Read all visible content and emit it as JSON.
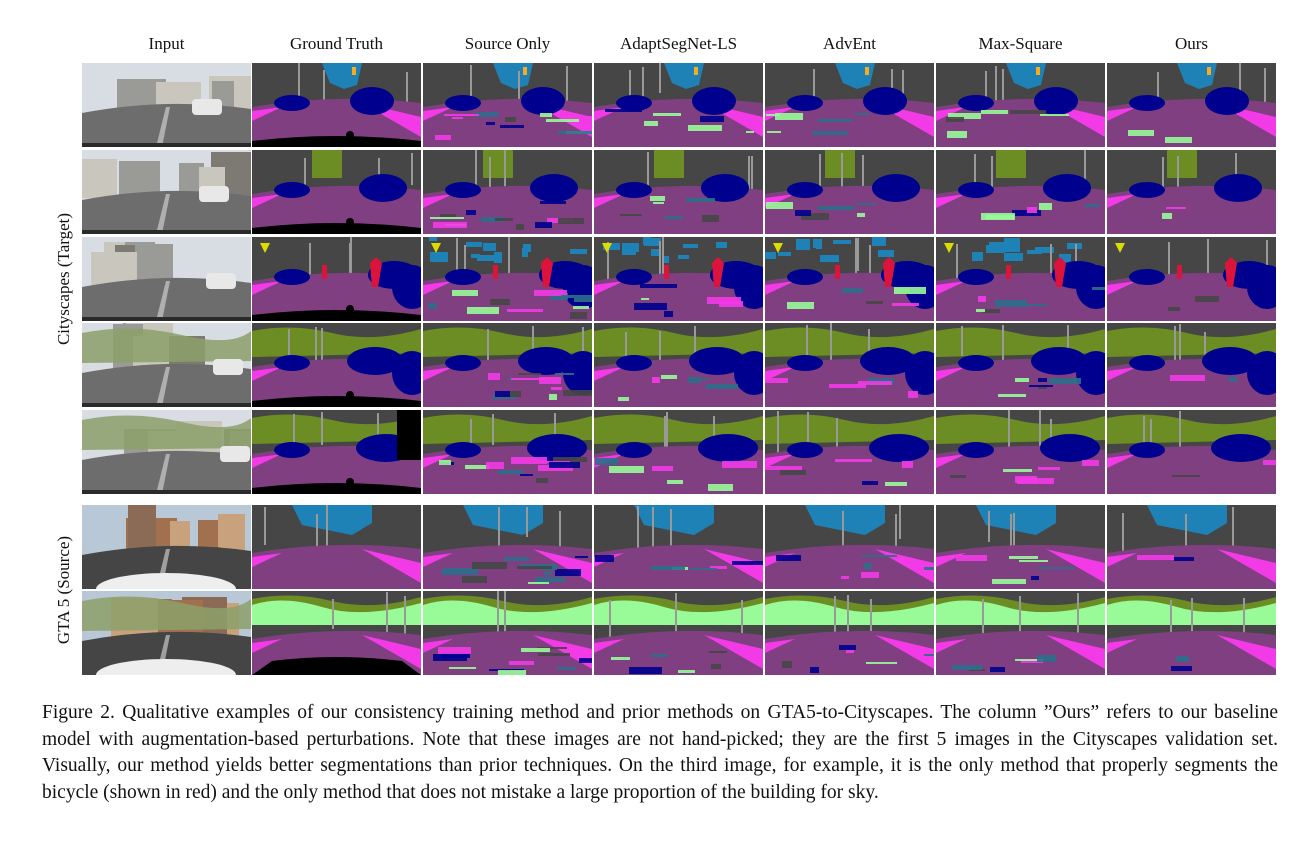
{
  "figure": {
    "columns": [
      "Input",
      "Ground Truth",
      "Source Only",
      "AdaptSegNet-LS",
      "AdvEnt",
      "Max-Square",
      "Ours"
    ],
    "row_groups": [
      {
        "label": "Cityscapes (Target)",
        "rows": 5
      },
      {
        "label": "GTA 5 (Source)",
        "rows": 2
      }
    ],
    "caption": "Figure 2. Qualitative examples of our consistency training method and prior methods on GTA5-to-Cityscapes. The column ”Ours” refers to our baseline model with augmentation-based perturbations. Note that these images are not hand-picked; they are the first 5 images in the Cityscapes validation set. Visually, our method yields better segmentations than prior techniques. On the third image, for example, it is the only method that properly segments the bicycle (shown in red) and the only method that does not mistake a large proportion of the building for sky.",
    "palette": {
      "road": "#7f3f80",
      "sidewalk": "#f23ae6",
      "building": "#464646",
      "sky": "#1f82b6",
      "vegetation": "#6c8d23",
      "terrain": "#98fb98",
      "car": "#00008e",
      "person": "#dc143c",
      "sign": "#dcdc00",
      "light": "#faaa1e",
      "pole": "#999999",
      "void": "#000000",
      "wall": "#c9b3b3"
    }
  }
}
